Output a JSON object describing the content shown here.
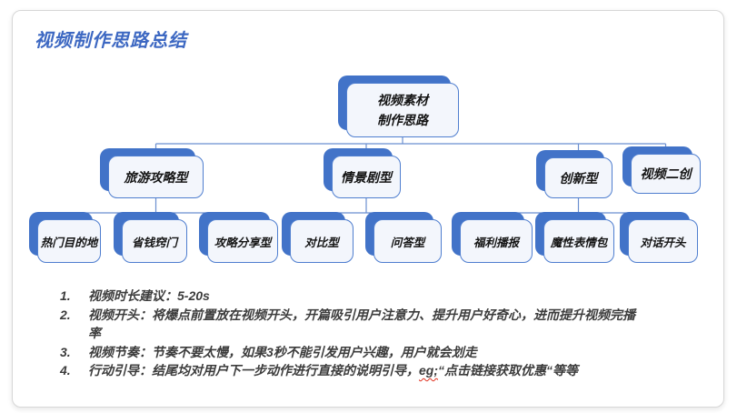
{
  "slide_title": "视频制作思路总结",
  "tree": {
    "root": {
      "line1": "视频素材",
      "line2": "制作思路"
    },
    "branches": [
      {
        "label": "旅游攻略型",
        "children": [
          "热门目的地",
          "省钱窍门",
          "攻略分享型"
        ]
      },
      {
        "label": "情景剧型",
        "children": [
          "对比型",
          "问答型"
        ]
      },
      {
        "label": "创新型",
        "children": [
          "福利播报",
          "魔性表情包",
          "对话开头"
        ]
      },
      {
        "label": "视频二创",
        "children": []
      }
    ]
  },
  "notes": [
    {
      "num": "1.",
      "text": "视频时长建议：5-20s"
    },
    {
      "num": "2.",
      "text": "视频开头：将爆点前置放在视频开头，开篇吸引用户注意力、提升用户好奇心，进而提升视频完播率"
    },
    {
      "num": "3.",
      "text": "视频节奏：节奏不要太慢，如果3秒不能引发用户兴趣，用户就会划走"
    },
    {
      "num": "4.",
      "text_before": "行动引导：结尾均对用户下一步动作进行直接的说明引导，",
      "misspelled": "eg;",
      "text_after": "“点击链接获取优惠“等等"
    }
  ],
  "colors": {
    "title_blue": "#3D68C2",
    "node_shadow_blue": "#4273C8",
    "node_border_blue": "#4F7ECF",
    "node_fill": "#F3F6FC",
    "connector_blue": "#6B8FD0",
    "body_text": "#3C3C3C",
    "spellcheck_red": "#E0301E"
  }
}
